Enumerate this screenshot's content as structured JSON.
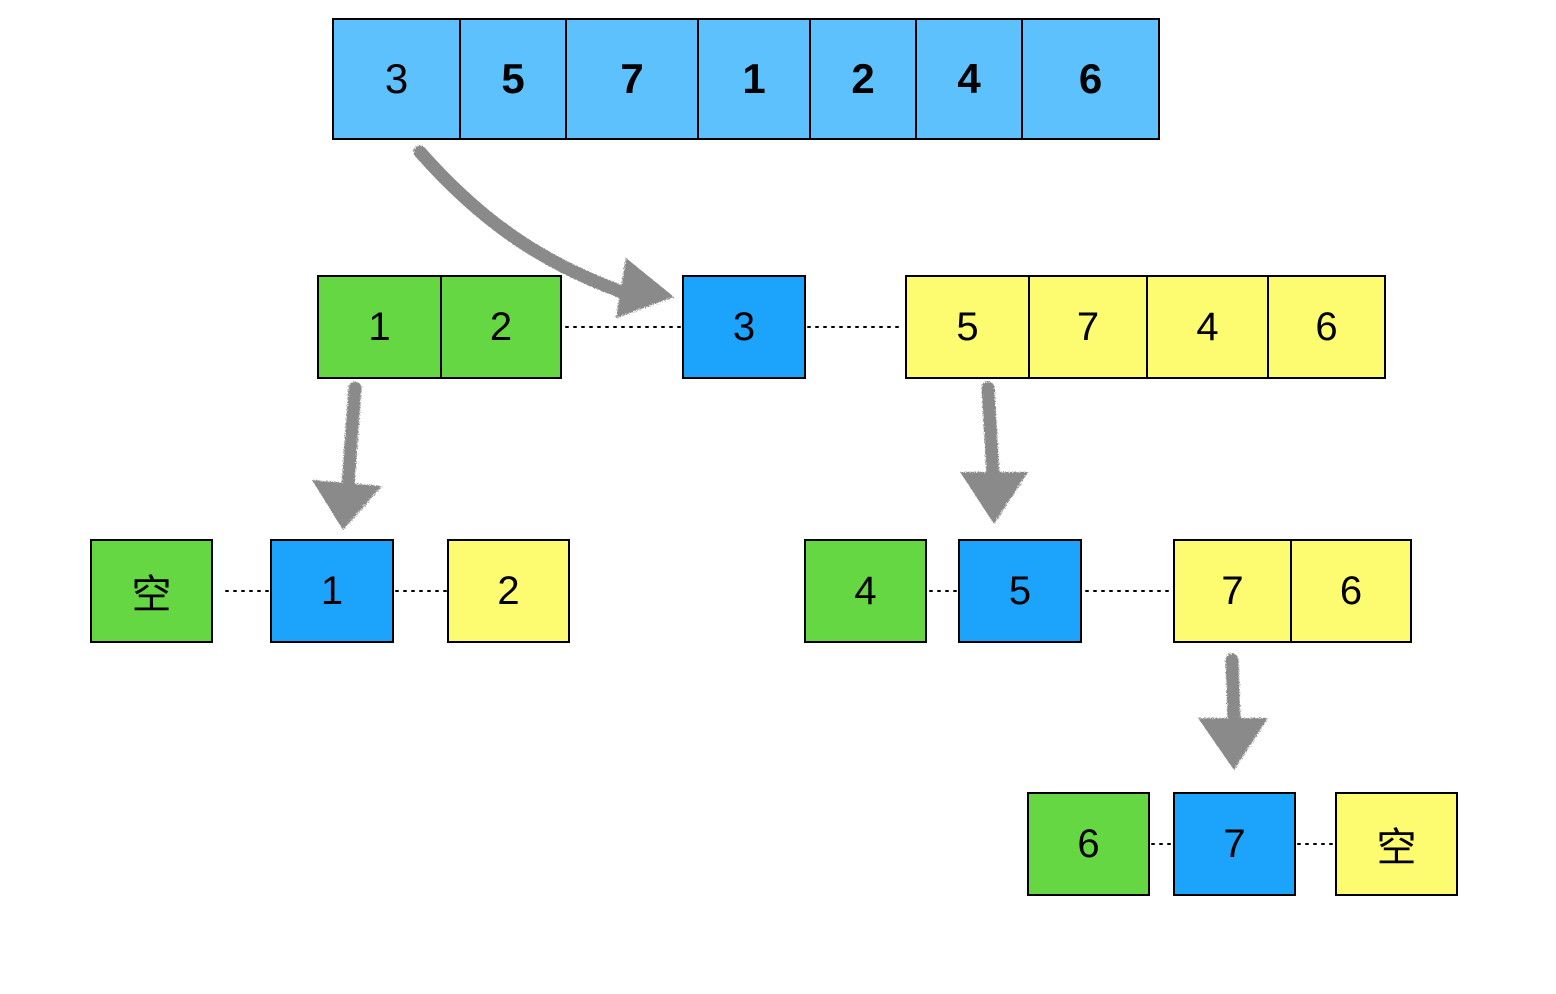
{
  "colors": {
    "original": "#5cc1fc",
    "pivot": "#1ca3fc",
    "left": "#64d742",
    "right": "#fdfb70",
    "arrow": "#8a8a8a",
    "border": "#000000"
  },
  "original_array": [
    "3",
    "5",
    "7",
    "1",
    "2",
    "4",
    "6"
  ],
  "level1": {
    "left": [
      "1",
      "2"
    ],
    "pivot": "3",
    "right": [
      "5",
      "7",
      "4",
      "6"
    ]
  },
  "level2_left": {
    "left": "空",
    "pivot": "1",
    "right": "2"
  },
  "level2_right": {
    "left": "4",
    "pivot": "5",
    "right": [
      "7",
      "6"
    ]
  },
  "level3": {
    "left": "6",
    "pivot": "7",
    "right": "空"
  }
}
